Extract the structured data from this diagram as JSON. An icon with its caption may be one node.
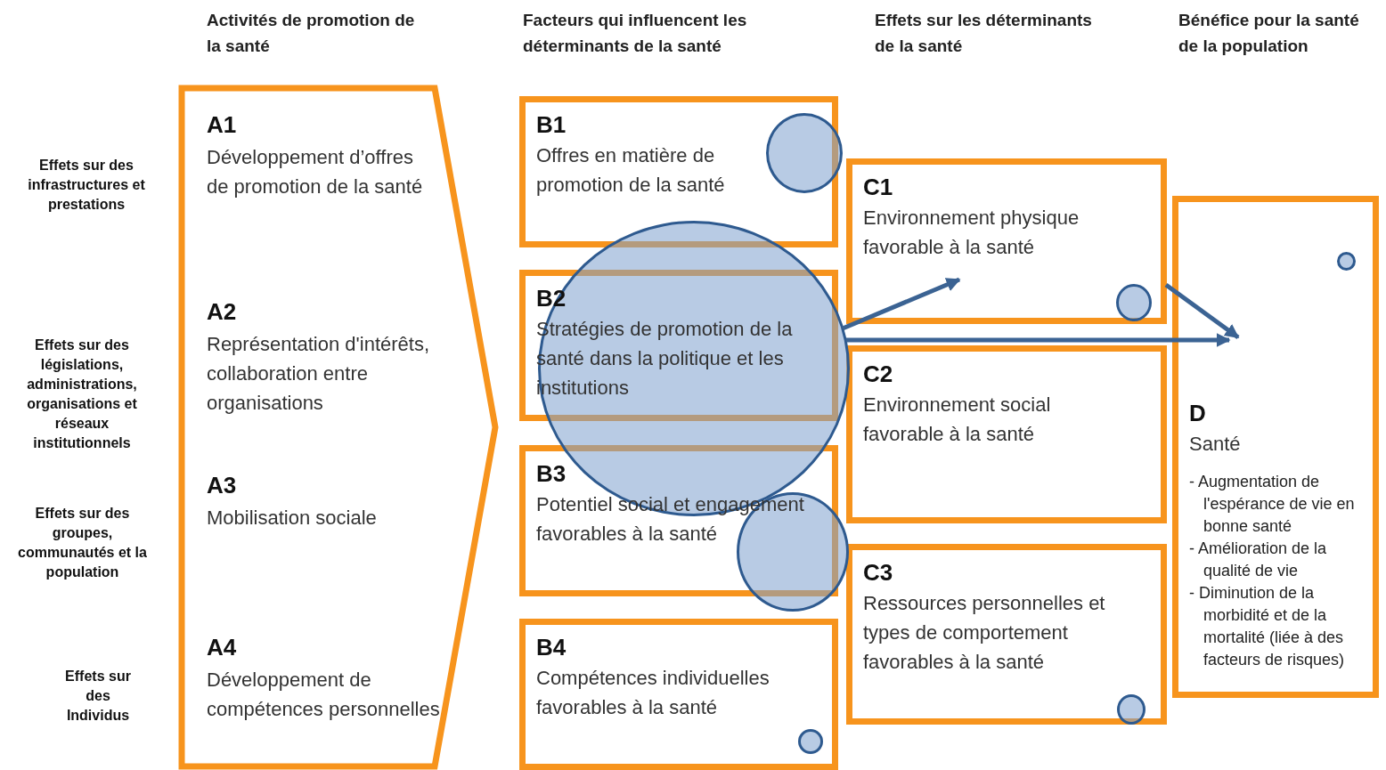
{
  "diagram": {
    "nodes": [
      {
        "text": [
          "A1",
          "Développement d’offres de promotion de la santé",
          "A2",
          "Représentation d'intérêts, collaboration entre organisations",
          "A3",
          "Mobilisation sociale",
          "A4",
          "Développement de compétences personnelles"
        ]
      },
      {
        "text": [
          "B1",
          "Offres en matière de promotion de la santé"
        ]
      },
      {
        "text": [],
        "shape": "circle",
        "in": 1
      },
      {
        "text": [],
        "shape": "circle"
      },
      {
        "text": [
          "B2",
          "Stratégies de promotion de la santé dans la politique et les institutions"
        ]
      },
      {
        "text": [
          "B3",
          "Potentiel social et engagement favorables à la santé"
        ]
      },
      {
        "text": [],
        "shape": "circle"
      },
      {
        "text": [
          "B4",
          "Compétences individuelles favorables à la santé"
        ]
      },
      {
        "text": [],
        "shape": "circle",
        "in": 7
      },
      {
        "text": [
          "C1",
          "Environnement physique favorable à la santé"
        ]
      },
      {
        "text": [],
        "shape": "circle",
        "in": 9
      },
      {
        "text": [
          "C2",
          "Environnement social favorable à la santé"
        ]
      },
      {
        "text": [
          "C3",
          "Ressources personnelles et types de comportement favorables à la santé"
        ]
      },
      {
        "text": [],
        "shape": "circle",
        "in": 12
      },
      {
        "text": [
          "D",
          "Santé",
          "- Augmentation de l'espérance de vie en bonne santé",
          "- Amélioration de la qualité de vie",
          "- Diminution de la morbidité et de la mortalité (liée à des facteurs de risques)"
        ]
      },
      {
        "text": [],
        "shape": "circle",
        "in": 14
      }
    ],
    "edges": [
      {
        "from": 3,
        "to": 9,
        "arrow": "to"
      },
      {
        "from": 3,
        "to": 14,
        "arrow": "to"
      },
      {
        "from": 9,
        "to": 14,
        "arrow": "to"
      }
    ],
    "labels": [
      "Activités de promotion de la santé",
      "Facteurs qui influencent les déterminants de la santé",
      "Effets sur les déterminants de la santé",
      "Bénéfice pour la santé de la population",
      "Effets sur des infrastructures et prestations",
      "Effets sur des législations, administrations, organisations et réseaux institutionnels",
      "Effets sur des groupes, communautés et la population",
      "Effets sur des Individus"
    ]
  }
}
